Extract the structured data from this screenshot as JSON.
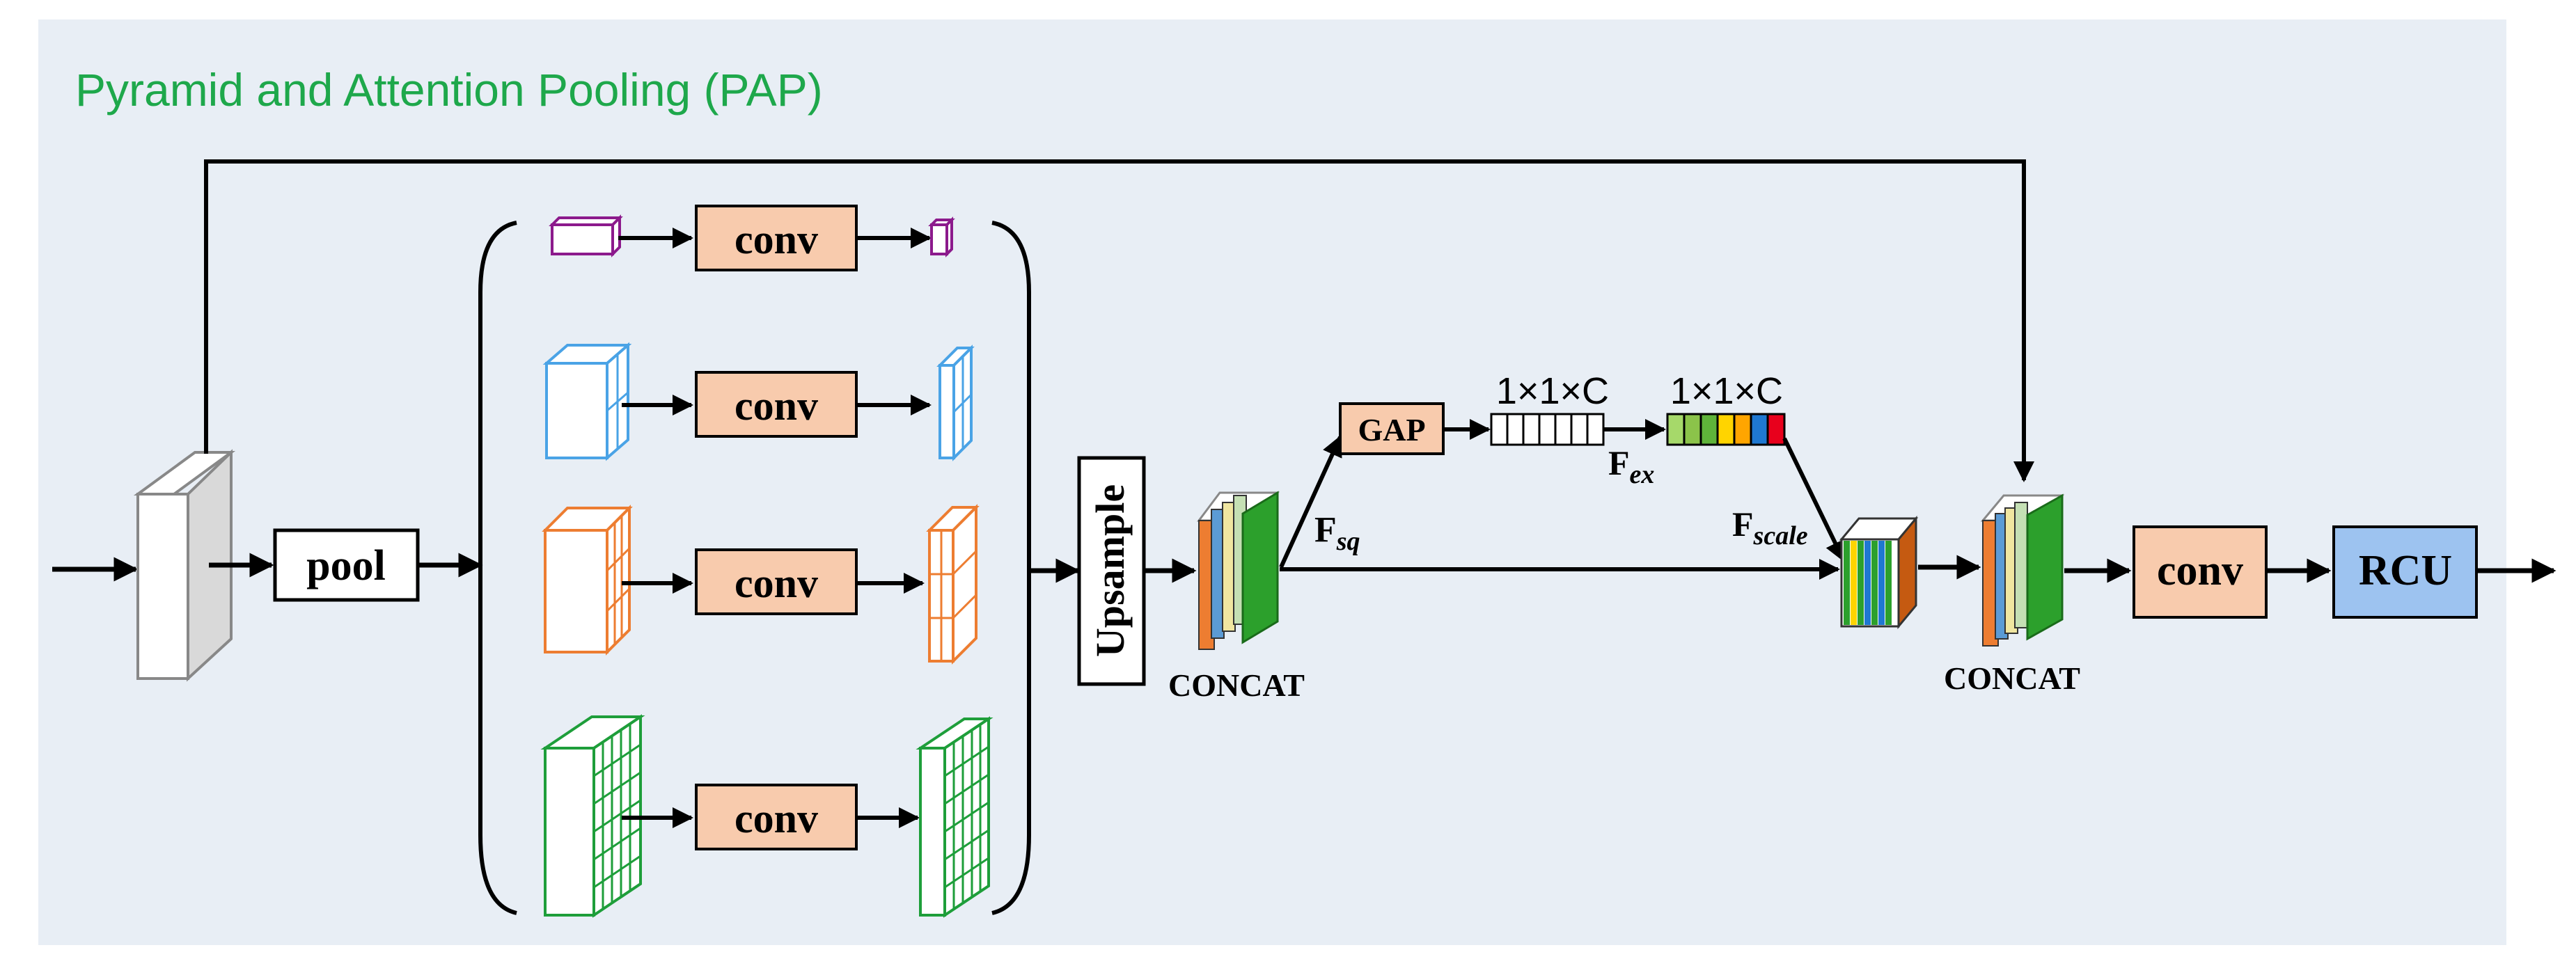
{
  "title": "Pyramid and Attention Pooling (PAP)",
  "labels": {
    "pool": "pool",
    "conv": "conv",
    "upsample": "Upsample",
    "concat": "CONCAT",
    "gap": "GAP",
    "vector_dim": "1×1×C",
    "f_sq_main": "F",
    "f_sq_sub": "sq",
    "f_ex_main": "F",
    "f_ex_sub": "ex",
    "f_scale_main": "F",
    "f_scale_sub": "scale",
    "rcu": "RCU"
  },
  "colors": {
    "panel_bg": "#e8eef5",
    "title": "#1ea84b",
    "conv_fill": "#f8cbad",
    "gap_fill": "#f8cbad",
    "rcu_fill": "#9dc3f0",
    "purple": "#8c1a8c",
    "blue": "#4aa3e6",
    "orange": "#ed7d31",
    "green": "#1e9e3a",
    "excite_colors": [
      "#a6d96a",
      "#8bc34a",
      "#66bb3b",
      "#ffd400",
      "#ffa500",
      "#1f78d1",
      "#e8001c"
    ],
    "concat_layers": [
      "#ed7d31",
      "#5b9bd5",
      "#f0e6a0",
      "#c5e0b4",
      "#2ca02c"
    ],
    "scale_layers": [
      "#2ca02c",
      "#ffd400",
      "#2ca02c",
      "#1f78d1",
      "#2ca02c",
      "#1f78d1",
      "#c55a11"
    ]
  }
}
